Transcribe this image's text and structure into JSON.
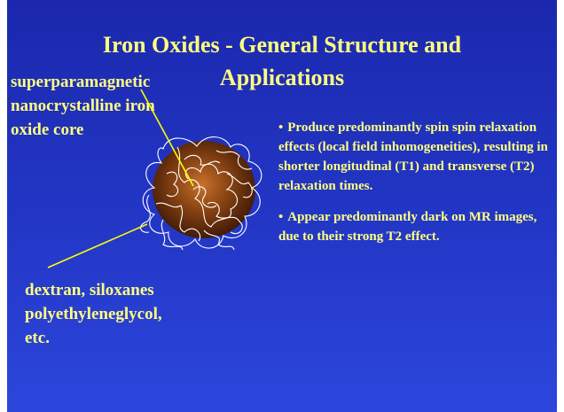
{
  "slide": {
    "title_line1": "Iron Oxides - General Structure and",
    "title_line2": "Applications",
    "core_label": [
      "superparamagnetic",
      "nanocrystalline iron",
      "oxide core"
    ],
    "coating_label": [
      "dextran, siloxanes",
      "polyethyleneglycol,",
      "etc."
    ],
    "bullets": [
      "Produce predominantly spin spin relaxation effects (local field inhomogeneities), resulting in shorter longitudinal (T1) and transverse (T2) relaxation times.",
      "Appear predominantly dark on MR images, due to their strong T2 effect."
    ],
    "bullet_glyph": "•"
  },
  "colors": {
    "background_top": "#1b28ad",
    "background_bottom": "#2c46dc",
    "text": "#ffff80",
    "core_center": "#c8722a",
    "core_edge": "#3a1604",
    "coating_strands": "#ffffff",
    "pointer_lines": "#ffff00"
  },
  "icons": [
    "iron-oxide-nanoparticle-illustration"
  ]
}
